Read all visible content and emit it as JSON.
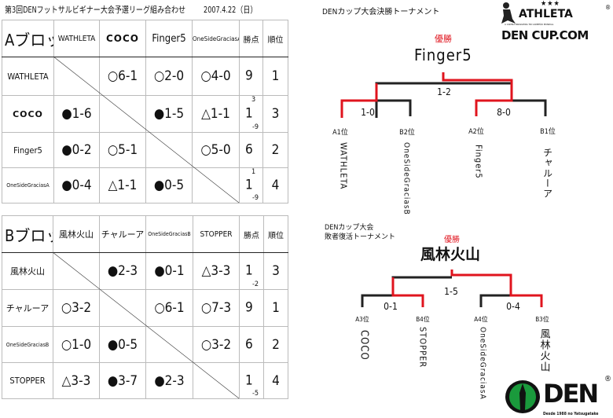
{
  "title": "第3回DENフットサルビギナー大会予選リーグ組み合わせ",
  "date": "2007.4.22（日）",
  "block_a": {
    "label": "Aブロック",
    "columns": [
      "WATHLETA",
      "COCO",
      "Finger5",
      "OneSideGraciasA",
      "勝点",
      "順位"
    ],
    "rows": [
      {
        "team": "WATHLETA",
        "results": [
          "",
          "○6-1",
          "○2-0",
          "○4-0"
        ],
        "points": "9",
        "points_sup": "",
        "points_sub": "",
        "rank": "1"
      },
      {
        "team": "COCO",
        "results": [
          "●1-6",
          "",
          "●1-5",
          "△1-1"
        ],
        "points": "1",
        "points_sup": "3",
        "points_sub": "-9",
        "rank": "3"
      },
      {
        "team": "Finger5",
        "results": [
          "●0-2",
          "○5-1",
          "",
          "○5-0"
        ],
        "points": "6",
        "points_sup": "",
        "points_sub": "",
        "rank": "2"
      },
      {
        "team": "OneSideGraciasA",
        "results": [
          "●0-4",
          "△1-1",
          "●0-5",
          ""
        ],
        "points": "1",
        "points_sup": "1",
        "points_sub": "-9",
        "rank": "4"
      }
    ]
  },
  "block_b": {
    "label": "Bブロック",
    "columns": [
      "風林火山",
      "チャルーア",
      "OneSideGraciasB",
      "STOPPER",
      "勝点",
      "順位"
    ],
    "rows": [
      {
        "team": "風林火山",
        "results": [
          "",
          "●2-3",
          "●0-1",
          "△3-3"
        ],
        "points": "1",
        "points_sup": "",
        "points_sub": "-2",
        "rank": "3"
      },
      {
        "team": "チャルーア",
        "results": [
          "○3-2",
          "",
          "○6-1",
          "○7-3"
        ],
        "points": "9",
        "points_sup": "",
        "points_sub": "",
        "rank": "1"
      },
      {
        "team": "OneSideGraciasB",
        "results": [
          "○1-0",
          "●0-5",
          "",
          "○3-2"
        ],
        "points": "6",
        "points_sup": "",
        "points_sub": "",
        "rank": "2"
      },
      {
        "team": "STOPPER",
        "results": [
          "△3-3",
          "●3-7",
          "●2-3",
          ""
        ],
        "points": "1",
        "points_sup": "",
        "points_sub": "-5",
        "rank": "4"
      }
    ]
  },
  "final": {
    "title": "DENカップ大会決勝トーナメント",
    "champion_label": "優勝",
    "champion": "Finger5",
    "final_score": "1-2",
    "semis": [
      {
        "score": "1-0",
        "left_seed": "A1位",
        "left_team": "WATHLETA",
        "right_seed": "B2位",
        "right_team": "OneSideGraciasB"
      },
      {
        "score": "8-0",
        "left_seed": "A2位",
        "left_team": "Finger5",
        "right_seed": "B1位",
        "right_team": "チャルーア"
      }
    ]
  },
  "consolation": {
    "title_line1": "DENカップ大会",
    "title_line2": "敗者復活トーナメント",
    "champion_label": "優勝",
    "champion": "風林火山",
    "final_score": "1-5",
    "semis": [
      {
        "score": "0-1",
        "left_seed": "A3位",
        "left_team": "COCO",
        "right_seed": "B4位",
        "right_team": "STOPPER"
      },
      {
        "score": "0-4",
        "left_seed": "A4位",
        "left_team": "OneSideGraciasA",
        "right_seed": "B3位",
        "right_team": "風林火山"
      }
    ]
  },
  "logos": {
    "athleta": "ATHLETA",
    "athleta_tagline": "A CAMISA BRASILEIRA TRI CAMPEÃO MUNDIAL",
    "dencup": "DEN CUP.COM",
    "den": "DEN",
    "den_tagline": "Desde 1988 no Yatsugatake"
  },
  "colors": {
    "winner_line": "#e0141e",
    "line": "#222222",
    "logo_green": "#1a9a3c"
  }
}
